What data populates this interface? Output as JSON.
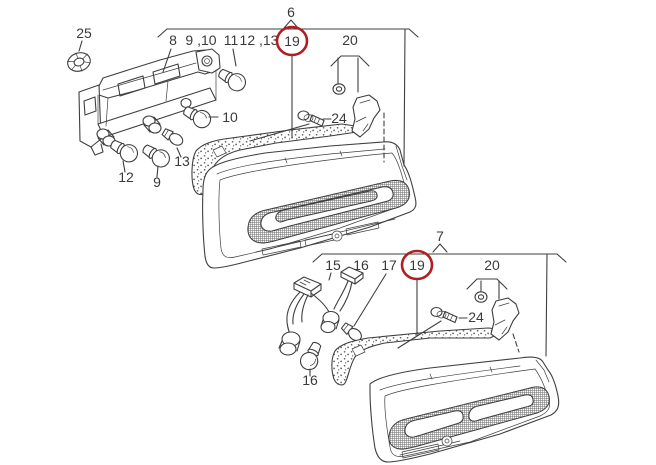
{
  "diagram": {
    "type": "exploded-parts-diagram",
    "subject": "rear tail light assemblies with bulb carriers and mounting hardware",
    "background": "#ffffff",
    "line_color": "#3f3f3f",
    "highlight_color": "#b01e24",
    "callouts": {
      "n6": "6",
      "n8": "8",
      "n9_10": "9 ,10",
      "n11": "11",
      "n12_13": "12 ,13",
      "n19_top": "19",
      "n20_top": "20",
      "n24_top": "24",
      "n25": "25",
      "n10": "10",
      "n13": "13",
      "n12": "12",
      "n9": "9",
      "n7": "7",
      "n15": "15",
      "n16_top": "16",
      "n17": "17",
      "n19_bottom": "19",
      "n20_bottom": "20",
      "n24_bottom": "24",
      "n16_bottom": "16"
    },
    "groups": [
      {
        "assembly": "6",
        "listed_parts": [
          "8",
          "9 ,10",
          "11",
          "12 ,13",
          "19",
          "20"
        ],
        "extra_parts": [
          "24",
          "25"
        ]
      },
      {
        "assembly": "7",
        "listed_parts": [
          "15",
          "16",
          "17",
          "19",
          "20"
        ],
        "extra_parts": [
          "24"
        ]
      }
    ],
    "highlighted": {
      "part": "19",
      "style": "red-circle",
      "occurrences": 2
    }
  }
}
